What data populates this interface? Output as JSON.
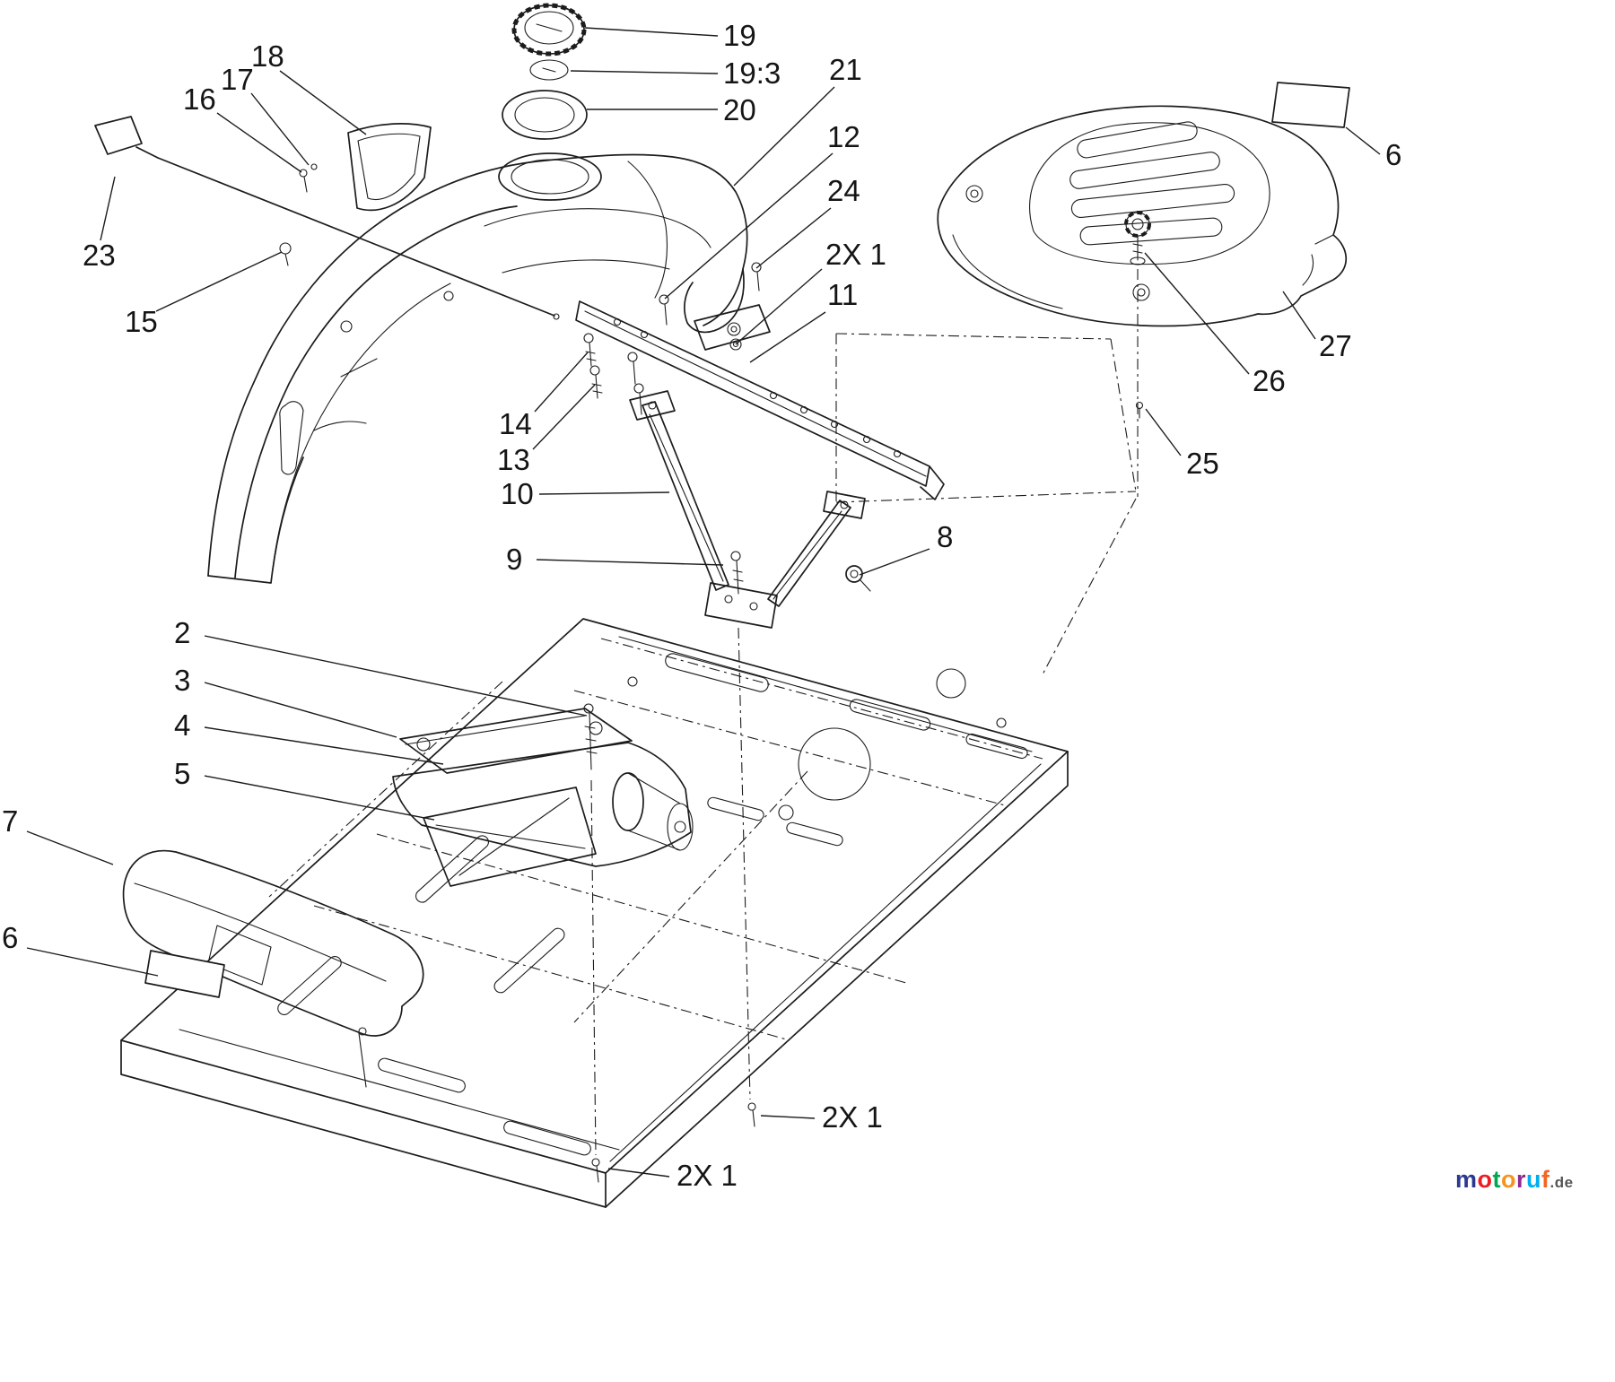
{
  "diagram": {
    "description": "Exploded parts diagram of a riding mower fender, hood and frame assembly",
    "line_color": "#1c1c1c",
    "background": "#ffffff",
    "callouts": [
      {
        "label": "19"
      },
      {
        "label": "19:3"
      },
      {
        "label": "20"
      },
      {
        "label": "21"
      },
      {
        "label": "12"
      },
      {
        "label": "24"
      },
      {
        "label": "2X 1"
      },
      {
        "label": "11"
      },
      {
        "label": "18"
      },
      {
        "label": "17"
      },
      {
        "label": "16"
      },
      {
        "label": "23"
      },
      {
        "label": "15"
      },
      {
        "label": "14"
      },
      {
        "label": "13"
      },
      {
        "label": "10"
      },
      {
        "label": "9"
      },
      {
        "label": "8"
      },
      {
        "label": "2"
      },
      {
        "label": "3"
      },
      {
        "label": "4"
      },
      {
        "label": "5"
      },
      {
        "label": "7"
      },
      {
        "label": "6"
      },
      {
        "label": "6"
      },
      {
        "label": "27"
      },
      {
        "label": "26"
      },
      {
        "label": "25"
      },
      {
        "label": "2X 1"
      },
      {
        "label": "2X 1"
      }
    ],
    "watermark": {
      "word": "motoruf",
      "suffix": ".de",
      "letters": [
        {
          "ch": "m",
          "color": "#2b3990"
        },
        {
          "ch": "o",
          "color": "#ed1c24"
        },
        {
          "ch": "t",
          "color": "#00a651"
        },
        {
          "ch": "o",
          "color": "#f7941d"
        },
        {
          "ch": "r",
          "color": "#92278f"
        },
        {
          "ch": "u",
          "color": "#00aeef"
        },
        {
          "ch": "f",
          "color": "#f26522"
        }
      ]
    }
  }
}
